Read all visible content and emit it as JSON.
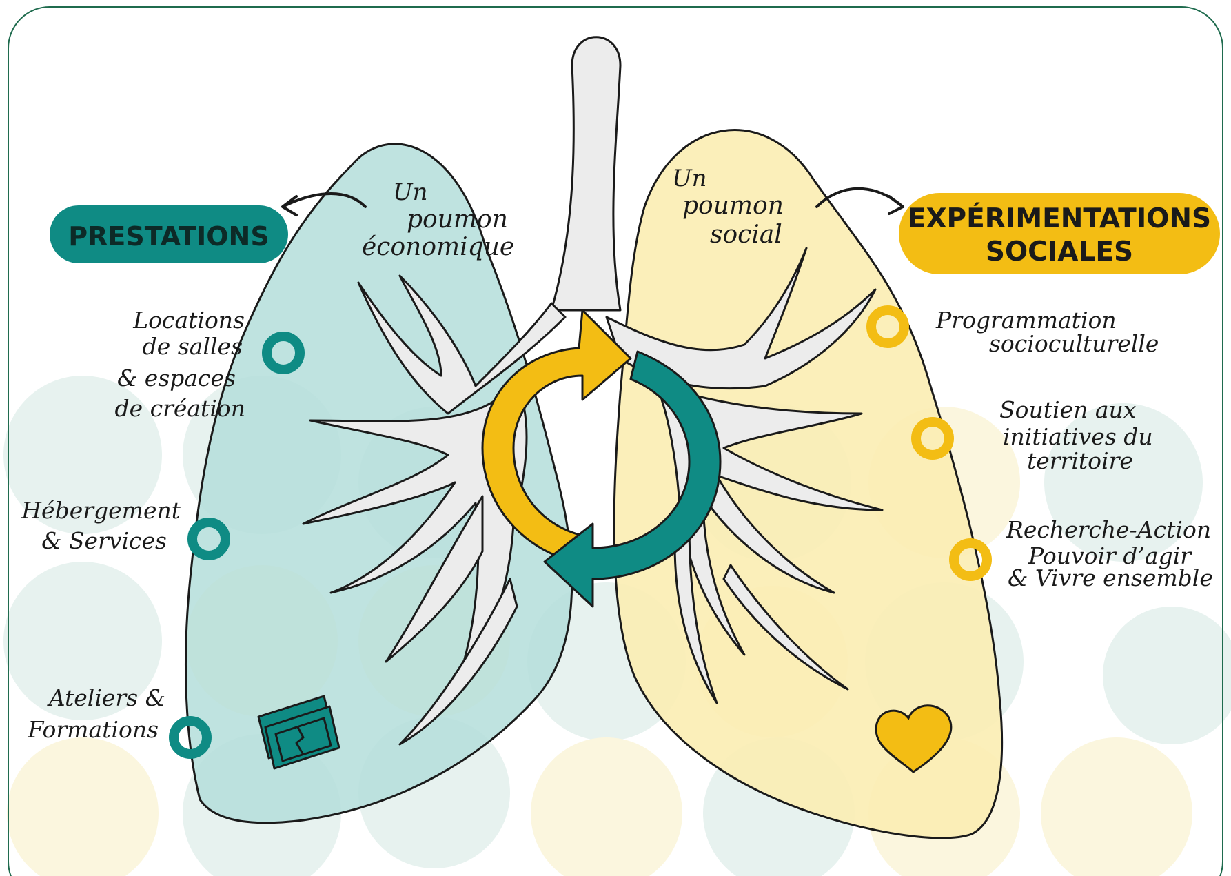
{
  "colors": {
    "teal": "#0f8b84",
    "teal_lung": "#b4dedb",
    "yellow": "#f3bd14",
    "yellow_lung": "#fbedb2",
    "airway": "#ececec",
    "dots_teal": "#e7f2ef",
    "dots_yellow": "#fbf6de",
    "frame": "#1f6b4e",
    "ink": "#1a1a1a"
  },
  "left": {
    "title_lines": [
      "Un",
      "poumon",
      "économique"
    ],
    "badge_label": "PRESTATIONS",
    "items": [
      {
        "lines": [
          "Locations",
          "de salles",
          "& espaces",
          "de création"
        ]
      },
      {
        "lines": [
          "Hébergement",
          "& Services"
        ]
      },
      {
        "lines": [
          "Ateliers &",
          "Formations"
        ]
      }
    ],
    "icon": "money-icon"
  },
  "right": {
    "title_lines": [
      "Un",
      "poumon",
      "social"
    ],
    "badge_lines": [
      "EXPÉRIMENTATIONS",
      "SOCIALES"
    ],
    "items": [
      {
        "lines": [
          "Programmation",
          "socioculturelle"
        ]
      },
      {
        "lines": [
          "Soutien aux",
          "initiatives du",
          "territoire"
        ]
      },
      {
        "lines": [
          "Recherche-Action",
          "Pouvoir d’agir",
          "& Vivre ensemble"
        ]
      }
    ],
    "icon": "heart-icon"
  },
  "center": {
    "icon": "cycle-arrows-icon"
  }
}
